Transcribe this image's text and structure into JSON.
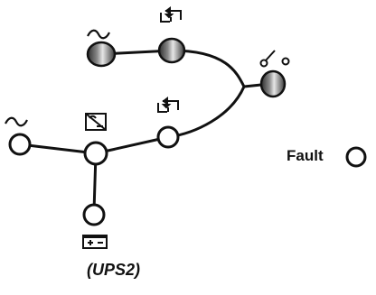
{
  "fault": {
    "label": "Fault",
    "led_state": "off"
  },
  "caption": "(UPS2)",
  "colors": {
    "line": "#111111",
    "led_off": "#ffffff",
    "led_dark": "#3a3a3a",
    "led_light": "#cfcfcf"
  },
  "leds": {
    "utility_input": {
      "icon": "ac-sine-icon",
      "state": "lit-gray"
    },
    "bypass": {
      "icon": "bypass-switch-icon",
      "state": "lit-gray"
    },
    "output": {
      "icon": "output-switch-icon",
      "state": "lit-gray"
    },
    "ac_input": {
      "icon": "ac-sine-icon",
      "state": "off"
    },
    "rectifier": {
      "icon": "rectifier-icon",
      "state": "off"
    },
    "inverter": {
      "icon": "inverter-icon",
      "state": "off"
    },
    "battery": {
      "icon": "battery-icon",
      "state": "off"
    }
  }
}
